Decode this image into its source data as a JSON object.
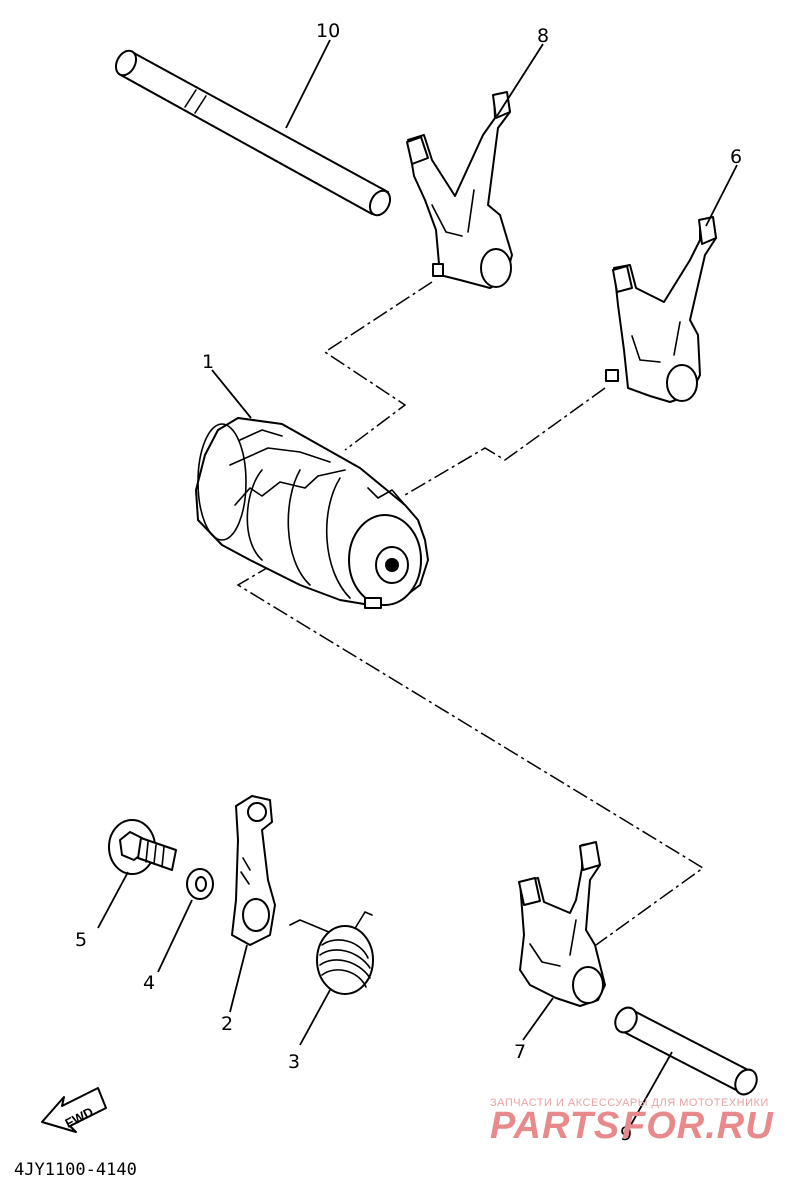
{
  "diagram": {
    "callouts": {
      "p1": "1",
      "p2": "2",
      "p3": "3",
      "p4": "4",
      "p5": "5",
      "p6": "6",
      "p7": "7",
      "p8": "8",
      "p9": "9",
      "p10": "10"
    },
    "fwd_label": "FWD",
    "figure_code": "4JY1100-4140"
  },
  "watermark": {
    "caption": "ЗАПЧАСТИ И АКСЕССУАРЫ ДЛЯ МОТОТЕХНИКИ",
    "brand_left": "PARTS",
    "brand_right": "FOR.RU"
  }
}
